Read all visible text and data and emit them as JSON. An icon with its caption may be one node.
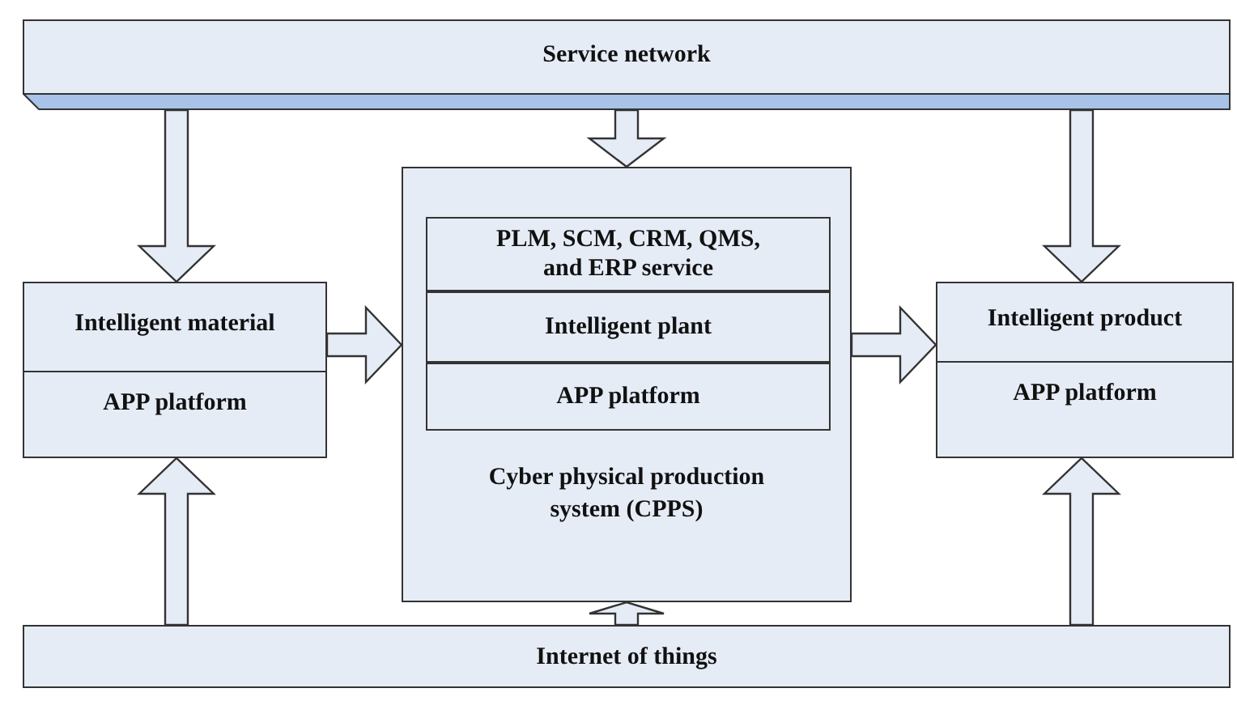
{
  "diagram": {
    "nodes": [
      {
        "text": [
          "Service network"
        ]
      },
      {
        "text": [
          "Intelligent material",
          "APP platform"
        ]
      },
      {
        "text": [
          "Cyber physical production system (CPPS)"
        ]
      },
      {
        "text": [
          "PLM, SCM, CRM, QMS, and ERP service"
        ],
        "in": 2
      },
      {
        "text": [
          "Intelligent plant"
        ],
        "in": 2
      },
      {
        "text": [
          "APP platform"
        ],
        "in": 2
      },
      {
        "text": [
          "Intelligent product",
          "APP platform"
        ]
      },
      {
        "text": [
          "Internet of things"
        ]
      }
    ],
    "edges": [
      {
        "from": 0,
        "to": 1,
        "arrow": "to"
      },
      {
        "from": 0,
        "to": 2,
        "arrow": "to"
      },
      {
        "from": 0,
        "to": 6,
        "arrow": "to"
      },
      {
        "from": 1,
        "to": 2,
        "arrow": "to"
      },
      {
        "from": 2,
        "to": 6,
        "arrow": "to"
      },
      {
        "from": 7,
        "to": 1,
        "arrow": "to"
      },
      {
        "from": 7,
        "to": 2,
        "arrow": "to"
      },
      {
        "from": 7,
        "to": 6,
        "arrow": "to"
      }
    ]
  }
}
